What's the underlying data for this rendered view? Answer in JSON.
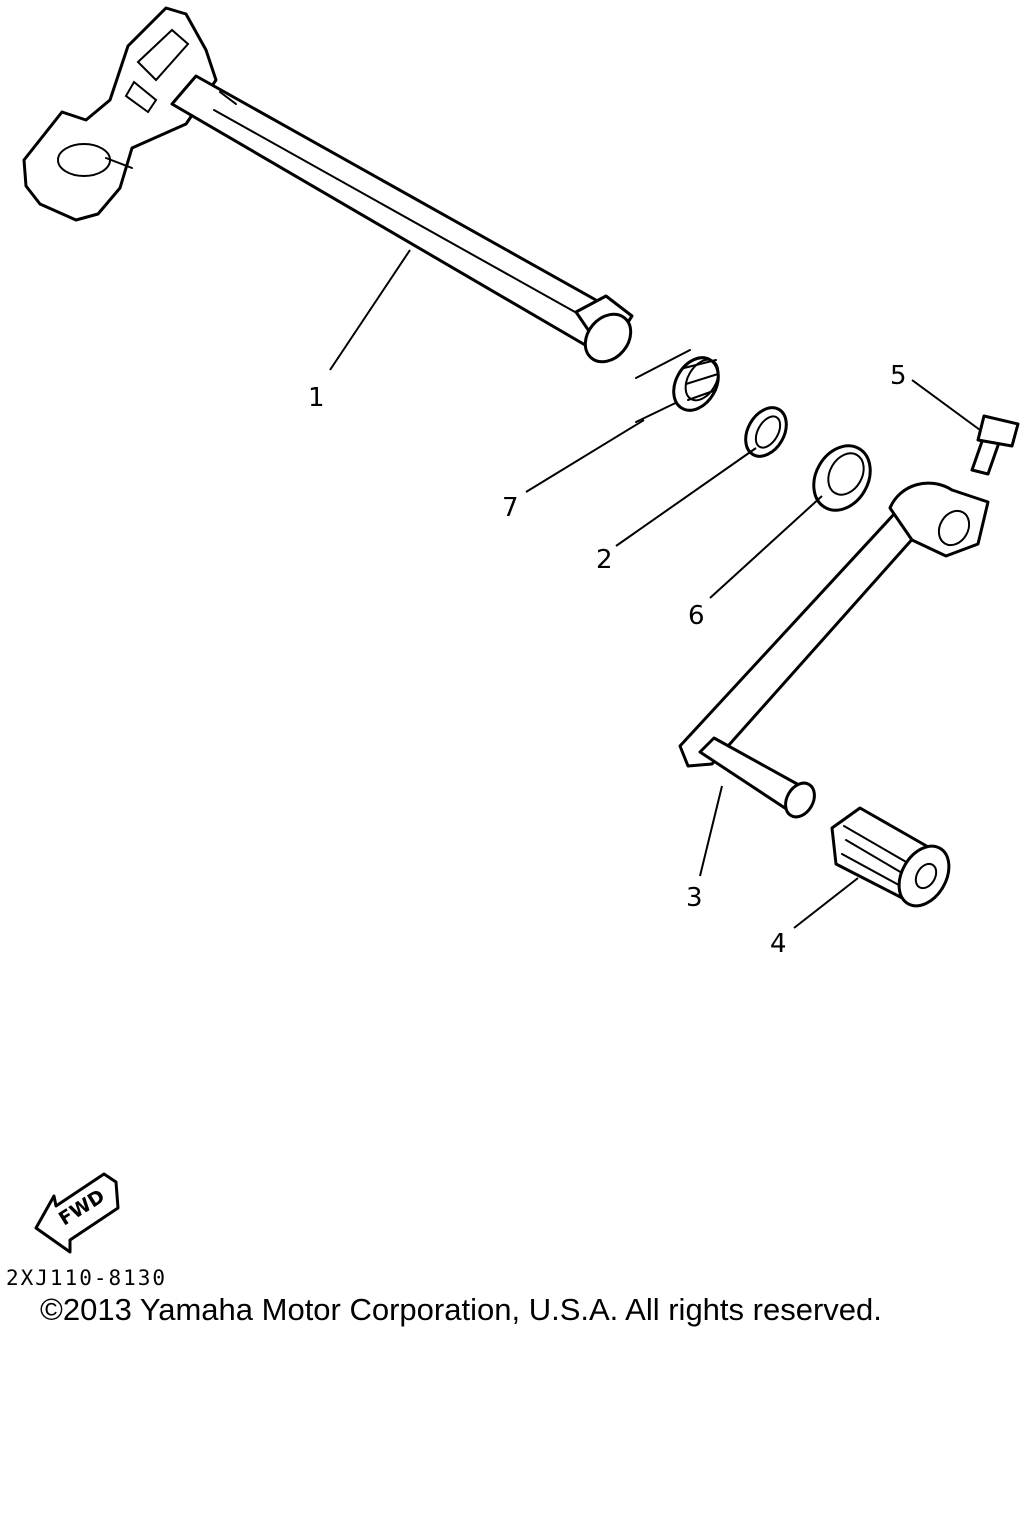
{
  "diagram": {
    "callouts": [
      {
        "id": "1",
        "label": "1"
      },
      {
        "id": "7",
        "label": "7"
      },
      {
        "id": "2",
        "label": "2"
      },
      {
        "id": "6",
        "label": "6"
      },
      {
        "id": "5",
        "label": "5"
      },
      {
        "id": "3",
        "label": "3"
      },
      {
        "id": "4",
        "label": "4"
      }
    ],
    "fwd_label": "FWD",
    "diagram_code": "2XJ110-8130",
    "copyright": "©2013 Yamaha Motor Corporation, U.S.A. All rights reserved.",
    "colors": {
      "line": "#000000",
      "background": "#ffffff"
    }
  }
}
